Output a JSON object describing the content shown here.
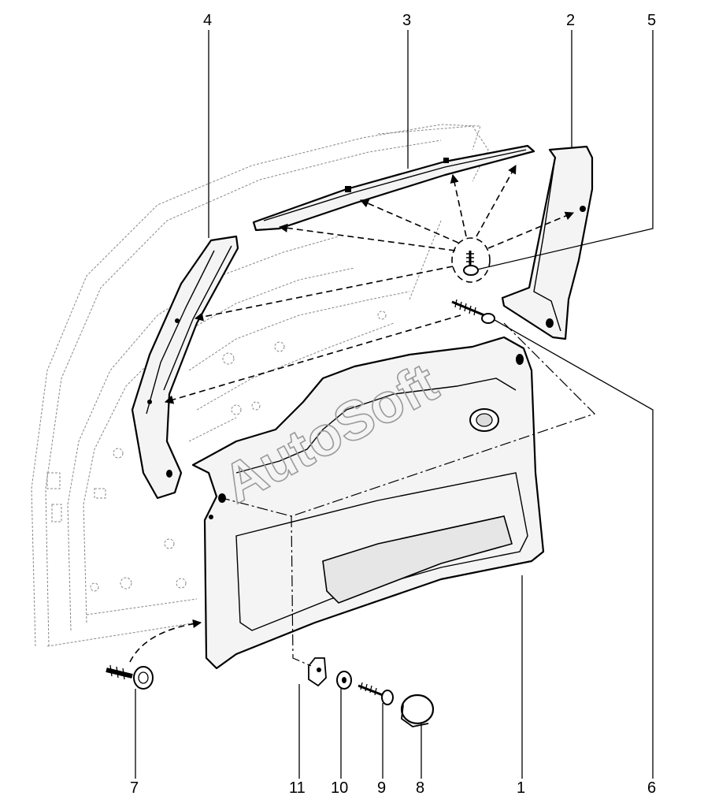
{
  "callouts": {
    "c1": "1",
    "c2": "2",
    "c3": "3",
    "c4": "4",
    "c5": "5",
    "c6": "6",
    "c7": "7",
    "c8": "8",
    "c9": "9",
    "c10": "10",
    "c11": "11"
  },
  "watermark": "AutoSoft"
}
